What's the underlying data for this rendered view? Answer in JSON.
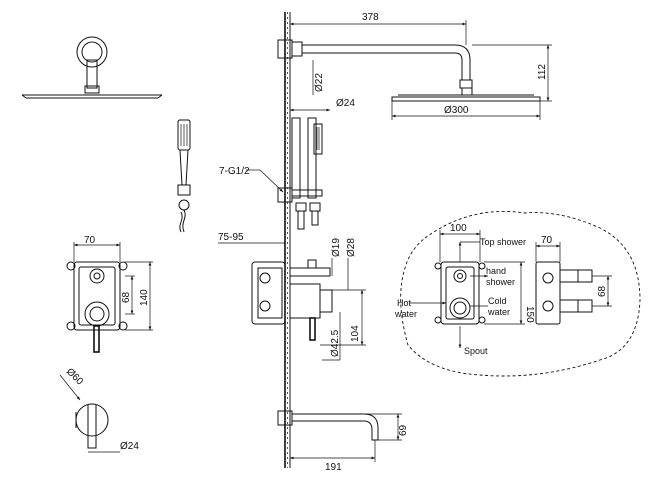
{
  "diagram": {
    "dimensions": {
      "arm_length": "378",
      "drop_height": "112",
      "pipe_diameter": "Ø22",
      "head_diameter": "Ø300",
      "slide_diameter": "Ø24",
      "thread": "7-G1/2",
      "wall_depth": "75-95",
      "outlet_d19": "Ø19",
      "outlet_d28": "Ø28",
      "body_104": "104",
      "knob_d42": "Ø42.5",
      "box_width": "70",
      "box_spacing": "68",
      "box_height": "140",
      "flange_d60": "Ø60",
      "holder_d24": "Ø24",
      "spout_length": "191",
      "spout_height": "69",
      "detail_width": "100",
      "detail_height": "150",
      "detail_side_width": "70",
      "detail_side_spacing": "68"
    },
    "labels": {
      "top_shower": "Top shower",
      "hand_shower_1": "hand",
      "hand_shower_2": "shower",
      "cold_water_1": "Cold",
      "cold_water_2": "water",
      "hot_water_1": "Hot",
      "hot_water_2": "water",
      "spout": "Spout"
    }
  }
}
